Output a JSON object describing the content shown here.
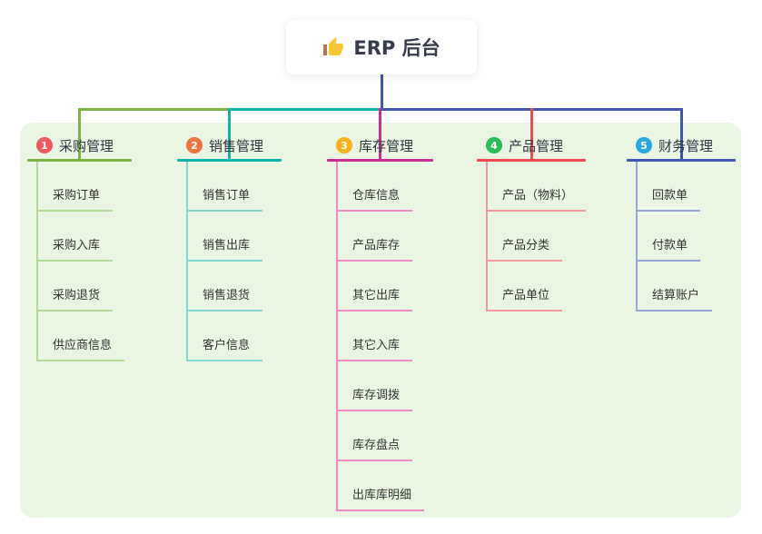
{
  "root": {
    "title": "ERP 后台",
    "icon": "thumbs-up-icon",
    "line_color": "#4254b5"
  },
  "panel_color": "#eaf6e3",
  "branches": [
    {
      "badge": "1",
      "label": "采购管理",
      "badge_color": "#f0595c",
      "line_color": "#7cb342",
      "light_line_color": "#b4db95",
      "children": [
        "采购订单",
        "采购入库",
        "采购退货",
        "供应商信息"
      ]
    },
    {
      "badge": "2",
      "label": "销售管理",
      "badge_color": "#ef7240",
      "line_color": "#10b3a9",
      "light_line_color": "#84d8d1",
      "children": [
        "销售订单",
        "销售出库",
        "销售退货",
        "客户信息"
      ]
    },
    {
      "badge": "3",
      "label": "库存管理",
      "badge_color": "#f8b116",
      "line_color": "#cb2e92",
      "light_line_color": "#f08cc6",
      "children": [
        "仓库信息",
        "产品库存",
        "其它出库",
        "其它入库",
        "库存调拨",
        "库存盘点",
        "出库库明细"
      ]
    },
    {
      "badge": "4",
      "label": "产品管理",
      "badge_color": "#2abd55",
      "line_color": "#f1494f",
      "light_line_color": "#f79a9d",
      "children": [
        "产品（物料）",
        "产品分类",
        "产品单位"
      ]
    },
    {
      "badge": "5",
      "label": "财务管理",
      "badge_color": "#27a9e0",
      "line_color": "#4254b5",
      "light_line_color": "#97a5db",
      "children": [
        "回款单",
        "付款单",
        "结算账户"
      ]
    }
  ]
}
